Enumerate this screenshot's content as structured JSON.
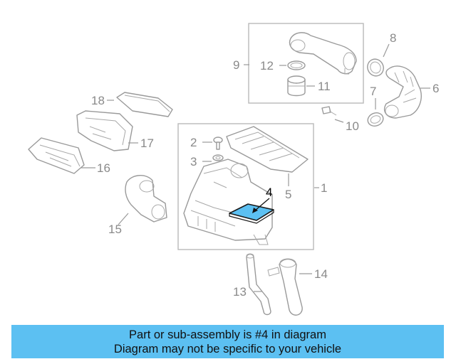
{
  "callouts": {
    "c1": "1",
    "c2": "2",
    "c3": "3",
    "c4": "4",
    "c5": "5",
    "c6": "6",
    "c7": "7",
    "c8": "8",
    "c9": "9",
    "c10": "10",
    "c11": "11",
    "c12": "12",
    "c13": "13",
    "c14": "14",
    "c15": "15",
    "c16": "16",
    "c17": "17",
    "c18": "18"
  },
  "highlight": {
    "part": "4",
    "color": "#5cc0f2"
  },
  "banner": {
    "line1": "Part or sub-assembly is #4 in diagram",
    "line2": "Diagram may not be specific to your vehicle",
    "color": "#5cc0f2"
  }
}
